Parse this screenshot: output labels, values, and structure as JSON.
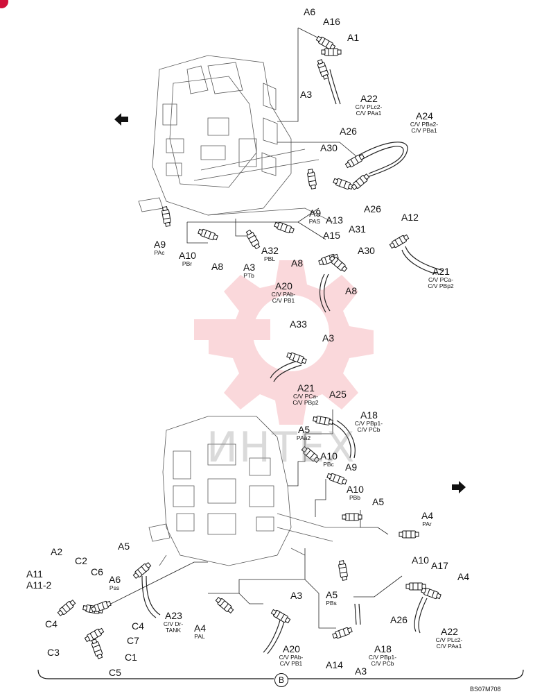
{
  "labels": [
    {
      "id": "A6-top",
      "text": "A6",
      "sub": ""
    },
    {
      "id": "A16",
      "text": "A16",
      "sub": ""
    },
    {
      "id": "A1-top",
      "text": "A1",
      "sub": ""
    },
    {
      "id": "A3-top",
      "text": "A3",
      "sub": ""
    },
    {
      "id": "A22-top",
      "text": "A22",
      "sub": "C/V PLc2-\nC/V PAa1"
    },
    {
      "id": "A24",
      "text": "A24",
      "sub": "C/V PBa2-\nC/V PBa1"
    },
    {
      "id": "A26-top",
      "text": "A26",
      "sub": ""
    },
    {
      "id": "A30-top",
      "text": "A30",
      "sub": ""
    },
    {
      "id": "A26-mid",
      "text": "A26",
      "sub": ""
    },
    {
      "id": "A13",
      "text": "A13",
      "sub": ""
    },
    {
      "id": "A31",
      "text": "A31",
      "sub": ""
    },
    {
      "id": "A9-pas",
      "text": "A9",
      "sub": "PAS"
    },
    {
      "id": "A12",
      "text": "A12",
      "sub": ""
    },
    {
      "id": "A9-pac",
      "text": "A9",
      "sub": "PAc"
    },
    {
      "id": "A10-pbr",
      "text": "A10",
      "sub": "PBr"
    },
    {
      "id": "A8-a",
      "text": "A8",
      "sub": ""
    },
    {
      "id": "A32",
      "text": "A32",
      "sub": "PBL"
    },
    {
      "id": "A3-ptb",
      "text": "A3",
      "sub": "PTb"
    },
    {
      "id": "A8-b",
      "text": "A8",
      "sub": ""
    },
    {
      "id": "A15",
      "text": "A15",
      "sub": ""
    },
    {
      "id": "A30-mid",
      "text": "A30",
      "sub": ""
    },
    {
      "id": "A21-right",
      "text": "A21",
      "sub": "C/V PCa-\nC/V PBp2"
    },
    {
      "id": "A20-mid",
      "text": "A20",
      "sub": "C/V PAb-\nC/V PB1"
    },
    {
      "id": "A8-c",
      "text": "A8",
      "sub": ""
    },
    {
      "id": "A33",
      "text": "A33",
      "sub": ""
    },
    {
      "id": "A3-mid",
      "text": "A3",
      "sub": ""
    },
    {
      "id": "A21-mid",
      "text": "A21",
      "sub": "C/V PCa-\nC/V PBp2"
    },
    {
      "id": "A25",
      "text": "A25",
      "sub": ""
    },
    {
      "id": "A18-mid",
      "text": "A18",
      "sub": "C/V PBp1-\nC/V PCb"
    },
    {
      "id": "A5-paa2",
      "text": "A5",
      "sub": "PAa2"
    },
    {
      "id": "A10-pbc",
      "text": "A10",
      "sub": "PBc"
    },
    {
      "id": "A9-mid",
      "text": "A9",
      "sub": ""
    },
    {
      "id": "A10-pbb",
      "text": "A10",
      "sub": "PBb"
    },
    {
      "id": "A5-r",
      "text": "A5",
      "sub": ""
    },
    {
      "id": "A4-par",
      "text": "A4",
      "sub": "PAr"
    },
    {
      "id": "A5-l",
      "text": "A5",
      "sub": ""
    },
    {
      "id": "A2",
      "text": "A2",
      "sub": ""
    },
    {
      "id": "C2",
      "text": "C2",
      "sub": ""
    },
    {
      "id": "C6",
      "text": "C6",
      "sub": ""
    },
    {
      "id": "A6-pss",
      "text": "A6",
      "sub": "Pss"
    },
    {
      "id": "A11",
      "text": "A11",
      "sub": ""
    },
    {
      "id": "A11-2",
      "text": "A11-2",
      "sub": ""
    },
    {
      "id": "C4-l",
      "text": "C4",
      "sub": ""
    },
    {
      "id": "C4-r",
      "text": "C4",
      "sub": ""
    },
    {
      "id": "C7",
      "text": "C7",
      "sub": ""
    },
    {
      "id": "C3",
      "text": "C3",
      "sub": ""
    },
    {
      "id": "C1",
      "text": "C1",
      "sub": ""
    },
    {
      "id": "C5",
      "text": "C5",
      "sub": ""
    },
    {
      "id": "A23",
      "text": "A23",
      "sub": "C/V Dr-\nTANK"
    },
    {
      "id": "A4-pal",
      "text": "A4",
      "sub": "PAL"
    },
    {
      "id": "A3-bot",
      "text": "A3",
      "sub": ""
    },
    {
      "id": "A20-bot",
      "text": "A20",
      "sub": "C/V PAb-\nC/V PB1"
    },
    {
      "id": "A5-pbs",
      "text": "A5",
      "sub": "PBs"
    },
    {
      "id": "A10-br",
      "text": "A10",
      "sub": ""
    },
    {
      "id": "A17",
      "text": "A17",
      "sub": ""
    },
    {
      "id": "A4-br",
      "text": "A4",
      "sub": ""
    },
    {
      "id": "A26-bot",
      "text": "A26",
      "sub": ""
    },
    {
      "id": "A22-bot",
      "text": "A22",
      "sub": "C/V PLc2-\nC/V PAa1"
    },
    {
      "id": "A18-bot",
      "text": "A18",
      "sub": "C/V PBp1-\nC/V PCb"
    },
    {
      "id": "A14",
      "text": "A14",
      "sub": ""
    },
    {
      "id": "A3-br",
      "text": "A3",
      "sub": ""
    }
  ],
  "section_mark": "B",
  "drawing_code": "BS07M708",
  "watermark_text": "ИНТЕХ",
  "colors": {
    "line": "#222222",
    "watermark": "#f0a0a8",
    "corner": "#d0103a"
  }
}
